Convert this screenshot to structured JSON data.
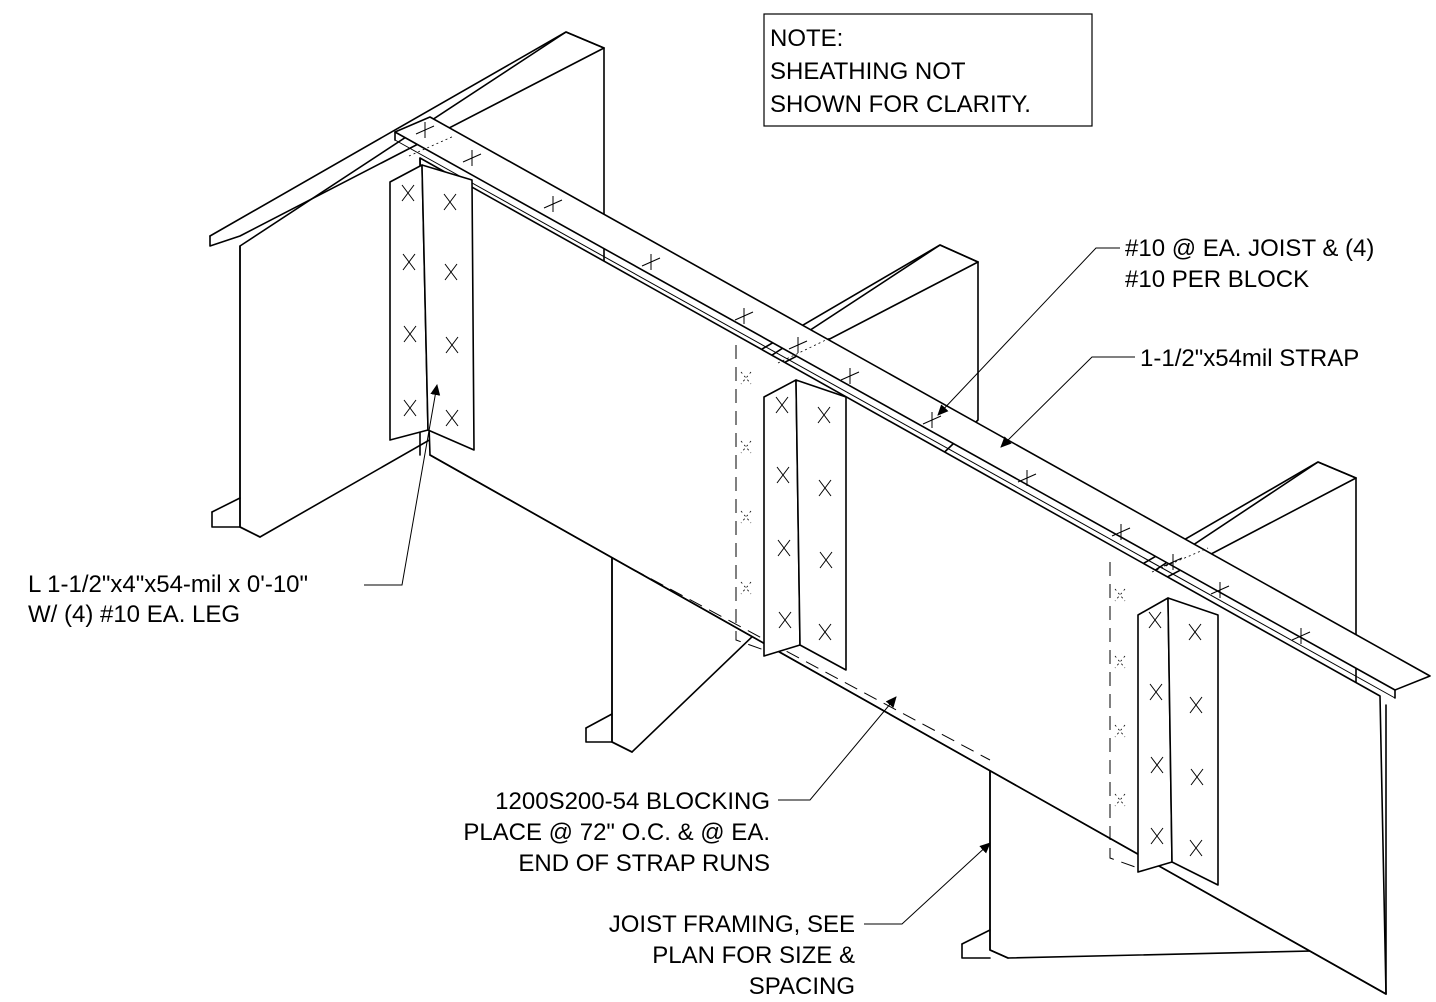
{
  "note": {
    "lines": [
      "NOTE:",
      "SHEATHING NOT",
      "SHOWN FOR CLARITY."
    ]
  },
  "callouts": {
    "screws": [
      "#10 @ EA. JOIST & (4)",
      "#10 PER BLOCK"
    ],
    "strap": [
      "1-1/2\"x54mil STRAP"
    ],
    "angle": [
      "L 1-1/2\"x4\"x54-mil x 0'-10\"",
      "W/ (4) #10 EA. LEG"
    ],
    "blocking": [
      "1200S200-54 BLOCKING",
      "PLACE @ 72\" O.C. & @ EA.",
      "END OF STRAP RUNS"
    ],
    "joist": [
      "JOIST FRAMING, SEE",
      "PLAN FOR SIZE &",
      "SPACING"
    ]
  }
}
